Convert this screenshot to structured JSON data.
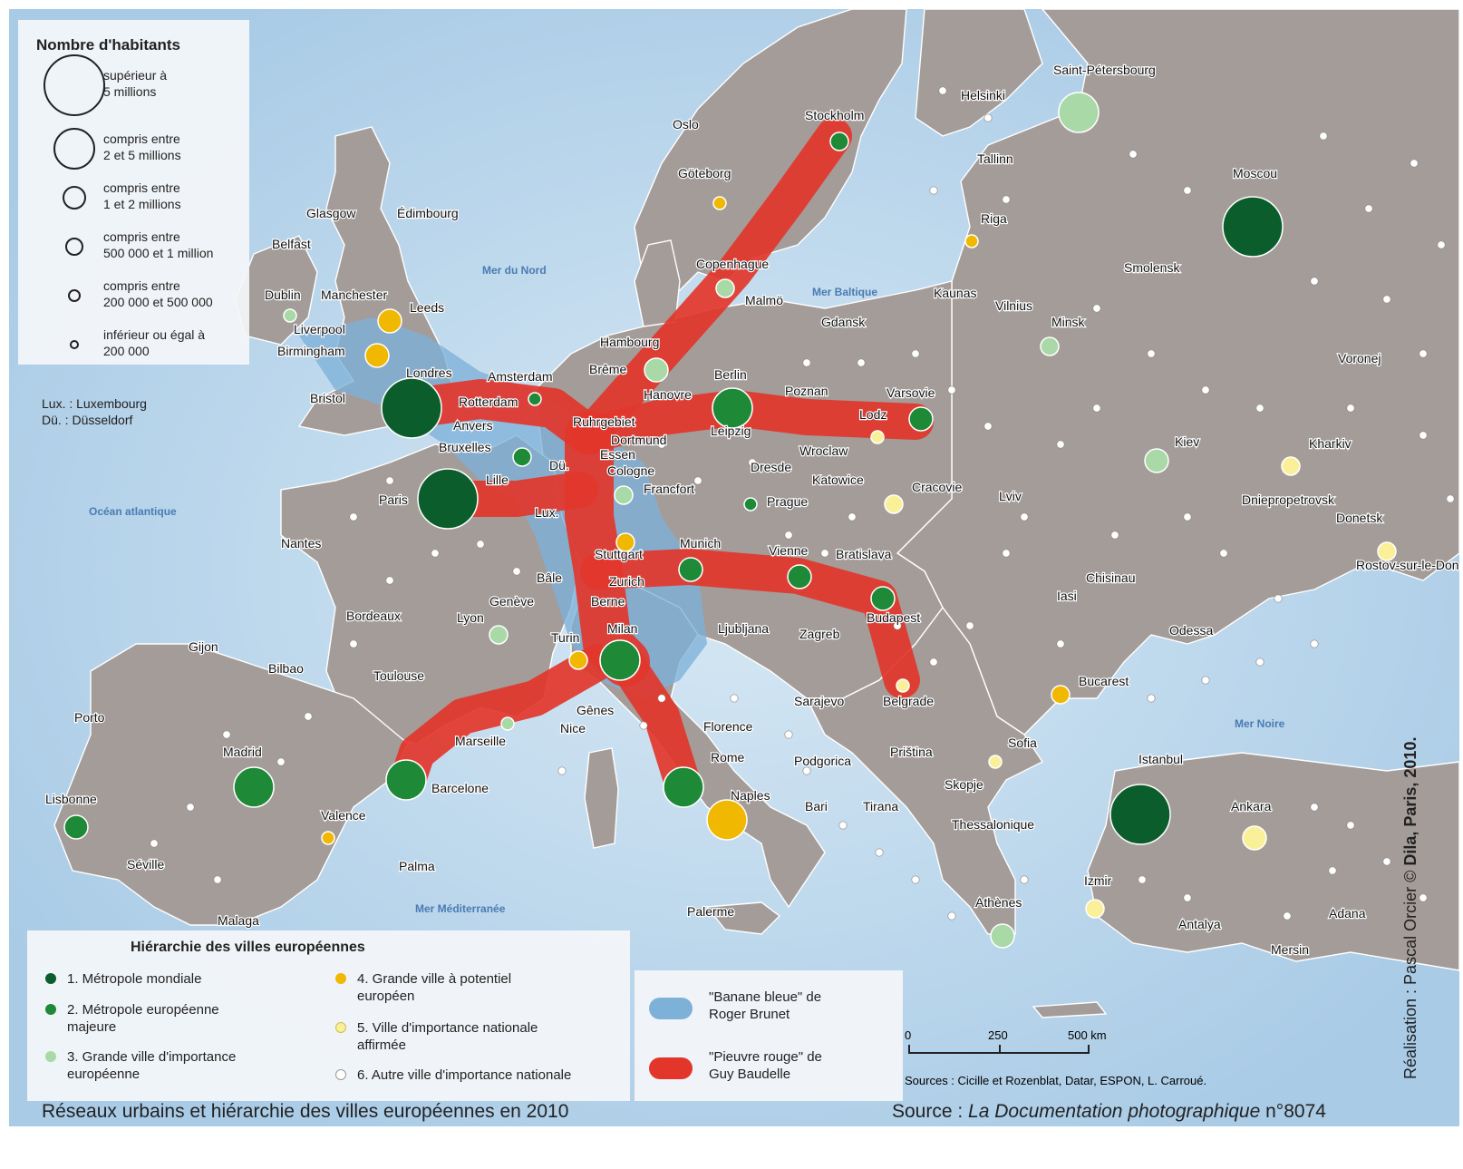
{
  "caption": {
    "title": "Réseaux urbains et hiérarchie des villes européennes en 2010",
    "source_prefix": "Source : ",
    "source_work": "La Documentation photographique",
    "source_number": " n°8074"
  },
  "credit": {
    "prefix": "Réalisation : Pascal Orcier © ",
    "publisher": "Dila, Paris, 2010."
  },
  "size_legend": {
    "title": "Nombre d'habitants",
    "items": [
      {
        "label_line1": "supérieur à",
        "label_line2": "5 millions"
      },
      {
        "label_line1": "compris entre",
        "label_line2": "2 et 5 millions"
      },
      {
        "label_line1": "compris entre",
        "label_line2": "1 et 2 millions"
      },
      {
        "label_line1": "compris entre",
        "label_line2": "500 000 et 1 million"
      },
      {
        "label_line1": "compris entre",
        "label_line2": "200 000 et 500 000"
      },
      {
        "label_line1": "inférieur ou égal à",
        "label_line2": "200 000"
      }
    ],
    "abbreviations": [
      "Lux. : Luxembourg",
      "Dü. : Düsseldorf"
    ]
  },
  "hierarchy_legend": {
    "title": "Hiérarchie des villes européennes",
    "items": [
      {
        "label": "1. Métropole mondiale",
        "color": "#0b5e2c"
      },
      {
        "label": "2. Métropole européenne majeure",
        "color": "#1e8a38"
      },
      {
        "label": "3. Grande ville d'importance européenne",
        "color": "#a9d9a6"
      },
      {
        "label": "4. Grande ville à potentiel européen",
        "color": "#f0b800"
      },
      {
        "label": "5. Ville d'importance nationale affirmée",
        "color": "#fbf09a"
      },
      {
        "label": "6. Autre ville d'importance nationale",
        "color": "#ffffff"
      }
    ]
  },
  "zones_legend": {
    "banane_bleue": {
      "label_line1": "\"Banane bleue\" de",
      "label_line2": "Roger Brunet",
      "color": "#7eb1d8"
    },
    "pieuvre_rouge": {
      "label_line1": "\"Pieuvre rouge\" de",
      "label_line2": "Guy Baudelle",
      "color": "#e2362b"
    }
  },
  "scale": {
    "ticks": [
      "0",
      "250",
      "500 km"
    ]
  },
  "sources": "Sources : Cicille et Rozenblat, Datar, ESPON, L. Carroué.",
  "colors": {
    "sea": "#a9cbe6",
    "land": "#a49c99",
    "border": "#ffffff"
  },
  "seas": [
    "Mer du Nord",
    "Mer Baltique",
    "Océan atlantique",
    "Mer Méditerranée",
    "Mer Noire"
  ],
  "cities": [
    {
      "name": "Londres",
      "cls": 1,
      "size": 1
    },
    {
      "name": "Paris",
      "cls": 1,
      "size": 1
    },
    {
      "name": "Moscou",
      "cls": 1,
      "size": 1
    },
    {
      "name": "Istanbul",
      "cls": 1,
      "size": 1
    },
    {
      "name": "Madrid",
      "cls": 2,
      "size": 2
    },
    {
      "name": "Berlin",
      "cls": 2,
      "size": 2
    },
    {
      "name": "Milan",
      "cls": 2,
      "size": 2
    },
    {
      "name": "Barcelone",
      "cls": 2,
      "size": 2
    },
    {
      "name": "Rome",
      "cls": 2,
      "size": 2
    },
    {
      "name": "Lisbonne",
      "cls": 2,
      "size": 3
    },
    {
      "name": "Munich",
      "cls": 2,
      "size": 3
    },
    {
      "name": "Vienne",
      "cls": 2,
      "size": 3
    },
    {
      "name": "Budapest",
      "cls": 2,
      "size": 3
    },
    {
      "name": "Varsovie",
      "cls": 2,
      "size": 3
    },
    {
      "name": "Stockholm",
      "cls": 2,
      "size": 4
    },
    {
      "name": "Prague",
      "cls": 2,
      "size": 5
    },
    {
      "name": "Bruxelles",
      "cls": 2,
      "size": 4
    },
    {
      "name": "Amsterdam",
      "cls": 2,
      "size": 5
    },
    {
      "name": "Saint-Pétersbourg",
      "cls": 3,
      "size": 2
    },
    {
      "name": "Kiev",
      "cls": 3,
      "size": 3
    },
    {
      "name": "Athènes",
      "cls": 3,
      "size": 3
    },
    {
      "name": "Minsk",
      "cls": 3,
      "size": 4
    },
    {
      "name": "Hambourg",
      "cls": 3,
      "size": 3
    },
    {
      "name": "Copenhague",
      "cls": 3,
      "size": 4
    },
    {
      "name": "Lyon",
      "cls": 3,
      "size": 4
    },
    {
      "name": "Francfort",
      "cls": 3,
      "size": 4
    },
    {
      "name": "Dublin",
      "cls": 3,
      "size": 5
    },
    {
      "name": "Marseille",
      "cls": 3,
      "size": 5
    },
    {
      "name": "Naples",
      "cls": 4,
      "size": 2
    },
    {
      "name": "Manchester",
      "cls": 4,
      "size": 3
    },
    {
      "name": "Birmingham",
      "cls": 4,
      "size": 3
    },
    {
      "name": "Turin",
      "cls": 4,
      "size": 4
    },
    {
      "name": "Stuttgart",
      "cls": 4,
      "size": 4
    },
    {
      "name": "Valence",
      "cls": 4,
      "size": 5
    },
    {
      "name": "Göteborg",
      "cls": 4,
      "size": 5
    },
    {
      "name": "Bucarest",
      "cls": 4,
      "size": 4
    },
    {
      "name": "Ankara",
      "cls": 5,
      "size": 3
    },
    {
      "name": "Cracovie",
      "cls": 5,
      "size": 4
    },
    {
      "name": "Belgrade",
      "cls": 5,
      "size": 5
    },
    {
      "name": "Izmir",
      "cls": 5,
      "size": 4
    },
    {
      "name": "Kharkiv",
      "cls": 5,
      "size": 4
    },
    {
      "name": "Rostov-sur-le-Don",
      "cls": 5,
      "size": 4
    },
    {
      "name": "Sofia",
      "cls": 5,
      "size": 5
    },
    {
      "name": "Lodz",
      "cls": 5,
      "size": 5
    },
    {
      "name": "Riga",
      "cls": 4,
      "size": 5
    }
  ],
  "labels": [
    "Oslo",
    "Stockholm",
    "Helsinki",
    "Saint-Pétersbourg",
    "Tallinn",
    "Göteborg",
    "Moscou",
    "Riga",
    "Glasgow",
    "Édimbourg",
    "Belfast",
    "Copenhague",
    "Smolensk",
    "Mer du Nord",
    "Malmö",
    "Mer Baltique",
    "Kaunas",
    "Vilnius",
    "Dublin",
    "Manchester",
    "Leeds",
    "Minsk",
    "Gdansk",
    "Liverpool",
    "Birmingham",
    "Hambourg",
    "Voronej",
    "Brême",
    "Berlin",
    "Londres",
    "Amsterdam",
    "Hanovre",
    "Poznan",
    "Varsovie",
    "Bristol",
    "Rotterdam",
    "Anvers",
    "Ruhrgebiet",
    "Dortmund",
    "Leipzig",
    "Lodz",
    "Bruxelles",
    "Essen",
    "Wroclaw",
    "Kiev",
    "Kharkiv",
    "Dü.",
    "Cologne",
    "Dresde",
    "Katowice",
    "Cracovie",
    "Lille",
    "Francfort",
    "Lviv",
    "Paris",
    "Prague",
    "Dniepropetrovsk",
    "Lux.",
    "Donetsk",
    "Nantes",
    "Munich",
    "Stuttgart",
    "Vienne",
    "Bratislava",
    "Rostov-sur-le-Don",
    "Bâle",
    "Zurich",
    "Chisinau",
    "Berne",
    "Genève",
    "Iasi",
    "Bordeaux",
    "Lyon",
    "Odessa",
    "Ljubljana",
    "Budapest",
    "Turin",
    "Milan",
    "Zagreb",
    "Gijon",
    "Bilbao",
    "Toulouse",
    "Bucarest",
    "Gênes",
    "Sarajevo",
    "Belgrade",
    "Porto",
    "Marseille",
    "Nice",
    "Florence",
    "Mer Noire",
    "Madrid",
    "Sofia",
    "Priština",
    "Rome",
    "Istanbul",
    "Podgorica",
    "Barcelone",
    "Skopje",
    "Naples",
    "Lisbonne",
    "Bari",
    "Tirana",
    "Ankara",
    "Valence",
    "Thessalonique",
    "Séville",
    "Palma",
    "Izmir",
    "Mer Méditerranée",
    "Malaga",
    "Palerme",
    "Athènes",
    "Adana",
    "Antalya",
    "Mersin"
  ]
}
